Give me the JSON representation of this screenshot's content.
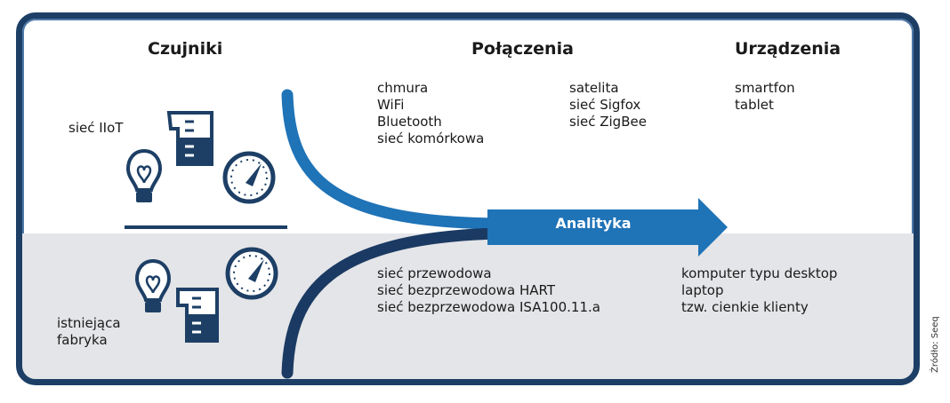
{
  "headers": {
    "sensors": "Czujniki",
    "connections": "Połączenia",
    "devices": "Urządzenia"
  },
  "sections": {
    "iiot_label": "sieć IIoT",
    "factory_label_line1": "istniejąca",
    "factory_label_line2": "fabryka"
  },
  "connections_top_col1": [
    "chmura",
    "WiFi",
    "Bluetooth",
    "sieć komórkowa"
  ],
  "connections_top_col2": [
    "satelita",
    "sieć Sigfox",
    "sieć ZigBee"
  ],
  "devices_top": [
    "smartfon",
    "tablet"
  ],
  "connections_bottom": [
    "sieć przewodowa",
    "sieć bezprzewodowa HART",
    "sieć bezprzewodowa ISA100.11.a"
  ],
  "devices_bottom": [
    "komputer typu desktop",
    "laptop",
    "tzw. cienkie klienty"
  ],
  "arrow_label": "Analityka",
  "source": "Źródło: Seeq",
  "icons": [
    "lightbulb-icon",
    "beaker-icon",
    "gauge-icon"
  ],
  "colors": {
    "frame": "#1d3f66",
    "arrow": "#1f73b7",
    "curve_bottom": "#1b3a63",
    "lower_bg": "#e4e5e8"
  }
}
